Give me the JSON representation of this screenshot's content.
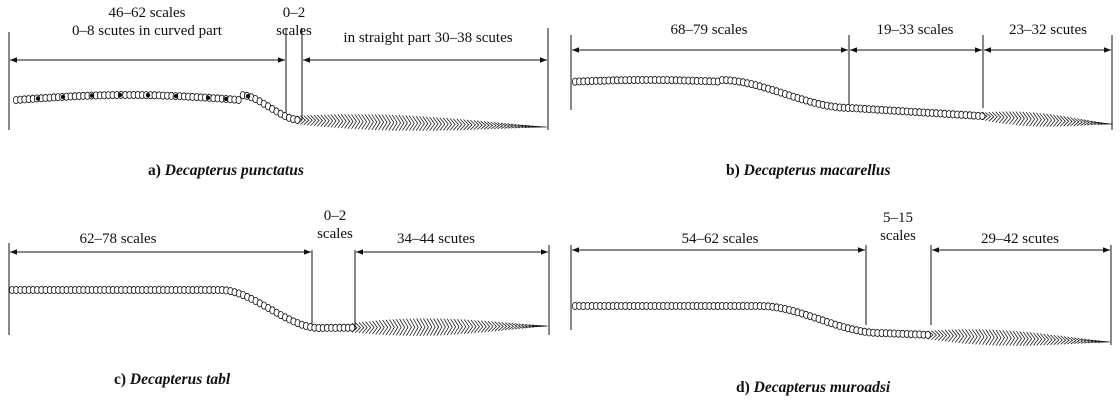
{
  "panels": [
    {
      "id": "a",
      "caption_letter": "a)",
      "species": "Decapterus punctatus",
      "segments": [
        {
          "lines": [
            "46–62 scales",
            "0–8 scutes in curved part"
          ]
        },
        {
          "lines": [
            "0–2",
            "scales"
          ]
        },
        {
          "lines": [
            "in straight part 30–38 scutes"
          ]
        }
      ]
    },
    {
      "id": "b",
      "caption_letter": "b)",
      "species": "Decapterus macarellus",
      "segments": [
        {
          "lines": [
            "68–79 scales"
          ]
        },
        {
          "lines": [
            "19–33 scales"
          ]
        },
        {
          "lines": [
            "23–32 scutes"
          ]
        }
      ]
    },
    {
      "id": "c",
      "caption_letter": "c)",
      "species": "Decapterus tabl",
      "segments": [
        {
          "lines": [
            "62–78 scales"
          ]
        },
        {
          "lines": [
            "0–2",
            "scales"
          ]
        },
        {
          "lines": [
            "34–44 scutes"
          ]
        }
      ]
    },
    {
      "id": "d",
      "caption_letter": "d)",
      "species": "Decapterus muroadsi",
      "segments": [
        {
          "lines": [
            "54–62 scales"
          ]
        },
        {
          "lines": [
            "5–15",
            "scales"
          ]
        },
        {
          "lines": [
            "29–42 scutes"
          ]
        }
      ]
    }
  ],
  "colors": {
    "ink": "#111111",
    "scale_fill": "#ffffff",
    "scute_dot": "#111111"
  }
}
